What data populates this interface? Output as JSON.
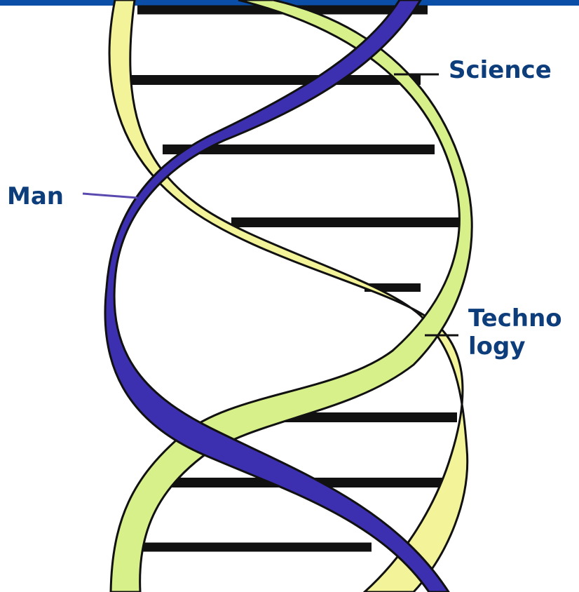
{
  "labels": {
    "science": "Science",
    "man": "Man",
    "technology": "Techno\nlogy"
  },
  "colors": {
    "top_bar": "#0a4ea8",
    "label_text": "#0d3d7a",
    "strand_blue": "#3c2fb0",
    "strand_yellow": "#f3f39a",
    "strand_green": "#d7f08a",
    "rungs": "#111111",
    "leader_line_man": "#5a4ab0"
  }
}
